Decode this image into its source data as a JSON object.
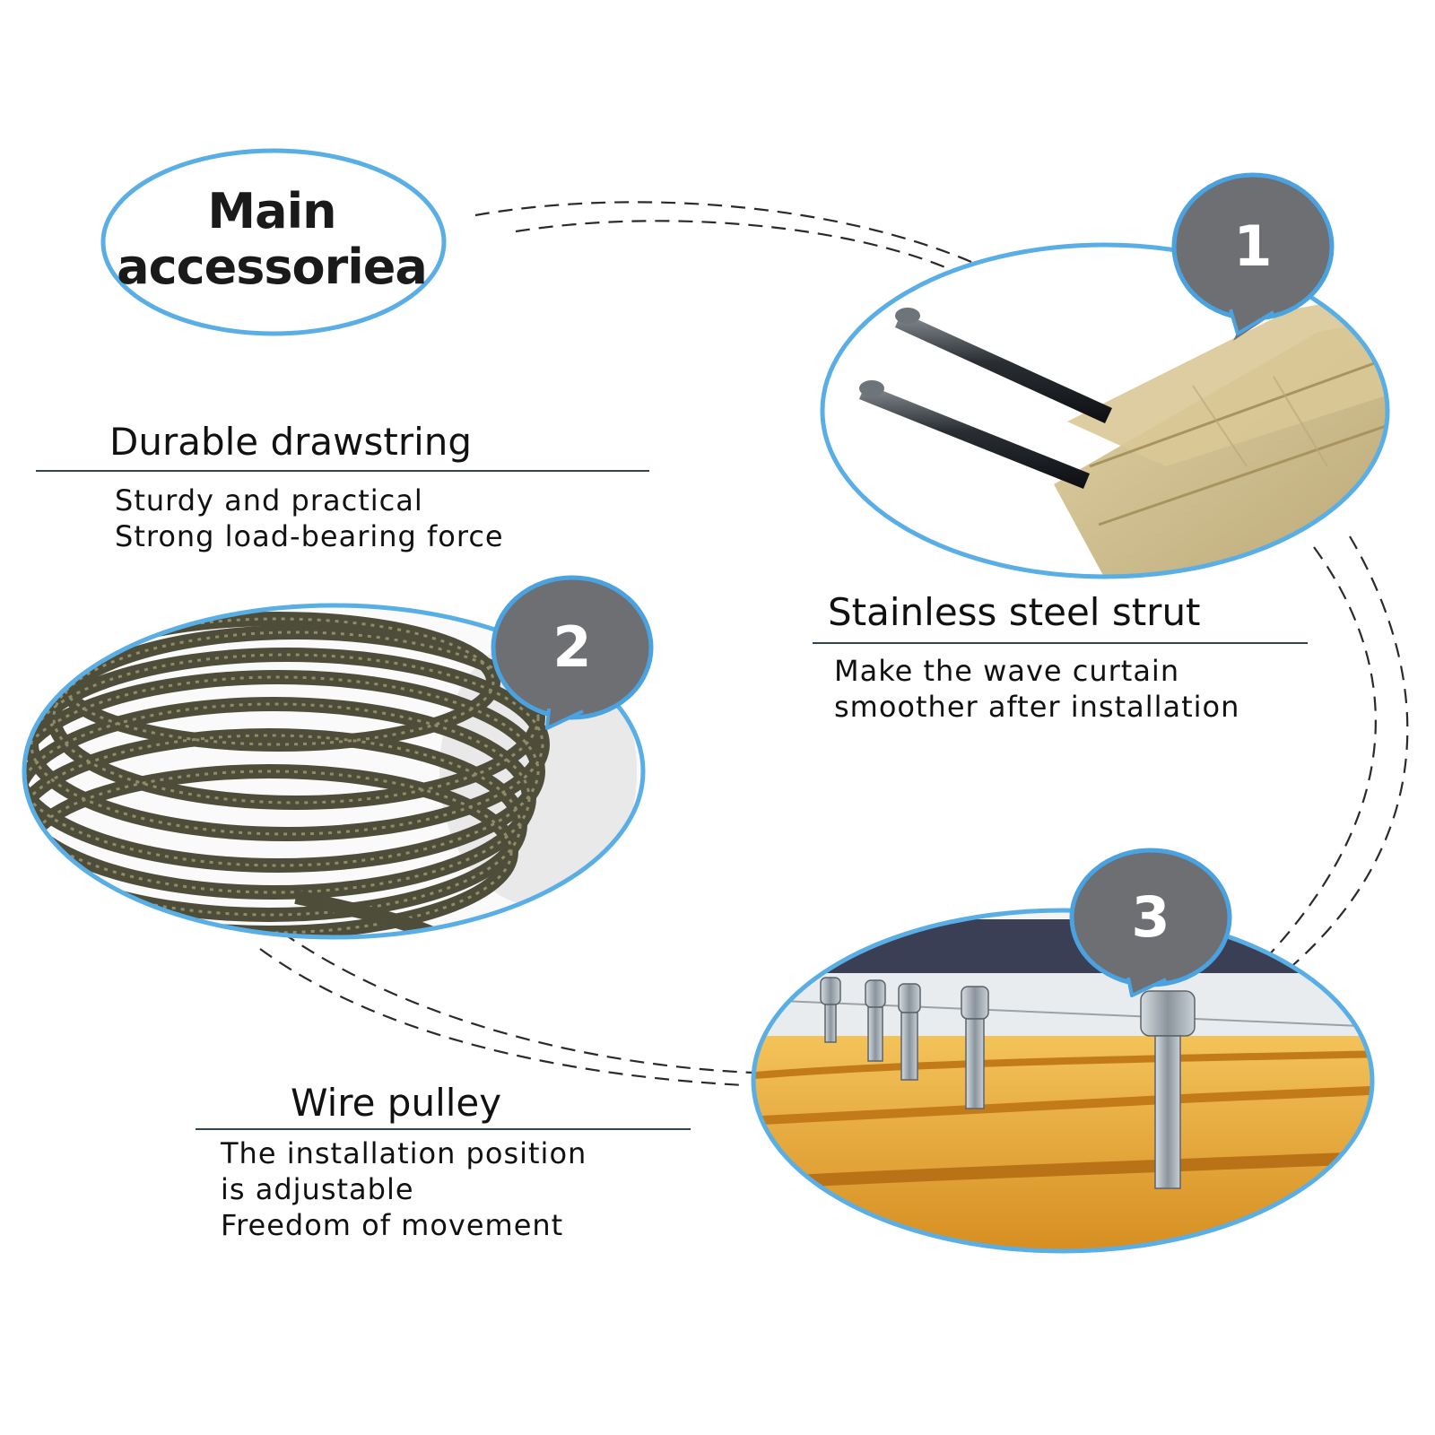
{
  "title": {
    "line1": "Main",
    "line2": "accessoriea"
  },
  "features": [
    {
      "number": "1",
      "heading": "Stainless steel strut",
      "desc": [
        "Make the wave curtain",
        "smoother after installation"
      ],
      "image_icon": "steel-strut-rods-with-fabric"
    },
    {
      "number": "2",
      "heading": "Durable drawstring",
      "desc": [
        "Sturdy and practical",
        "Strong load-bearing force"
      ],
      "image_icon": "coiled-braided-cord"
    },
    {
      "number": "3",
      "heading": "Wire pulley",
      "desc": [
        "The installation position",
        "is adjustable",
        "Freedom of movement"
      ],
      "image_icon": "wire-pulley-clips-on-awning"
    }
  ],
  "colors": {
    "circle_border": "#5aaee6",
    "badge_fill": "#6d6f72",
    "badge_border": "#4aa3e0",
    "fabric": "#cdbb88",
    "cord": "#5b5a45",
    "awning": "#e4a22e",
    "rule": "#2f4550"
  }
}
